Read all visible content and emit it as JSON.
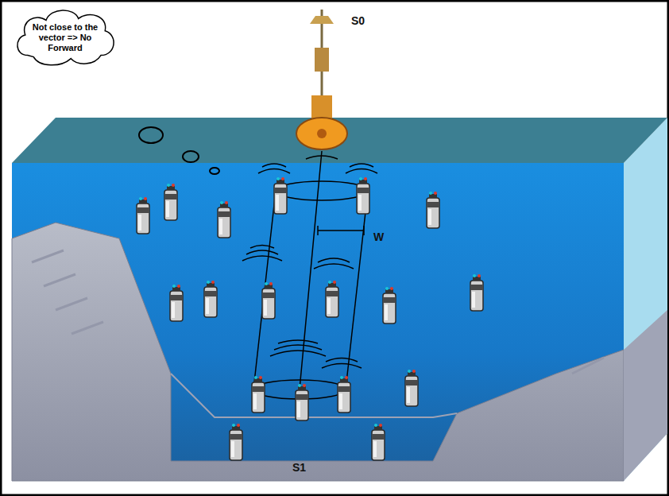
{
  "diagram": {
    "nodes": [
      {
        "text": [
          "Not close to the vector => No Forward"
        ]
      }
    ],
    "labels": [
      "S0",
      "W",
      "S1"
    ]
  }
}
